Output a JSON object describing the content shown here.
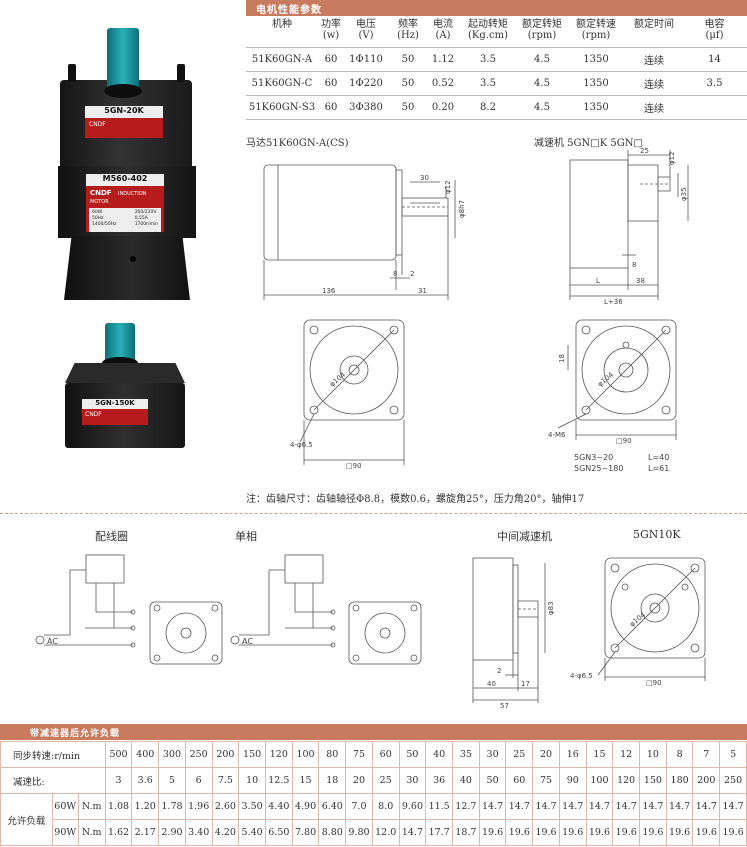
{
  "spec": {
    "title": "电机性能参数",
    "headers": [
      {
        "l1": "机种",
        "l2": ""
      },
      {
        "l1": "功率",
        "l2": "(w)"
      },
      {
        "l1": "电压",
        "l2": "(V)"
      },
      {
        "l1": "频率",
        "l2": "(Hz)"
      },
      {
        "l1": "电流",
        "l2": "(A)"
      },
      {
        "l1": "起动转矩",
        "l2": "(Kg.cm)"
      },
      {
        "l1": "额定转矩",
        "l2": "(rpm)"
      },
      {
        "l1": "额定转速",
        "l2": "(rpm)"
      },
      {
        "l1": "额定时间",
        "l2": ""
      },
      {
        "l1": "电容",
        "l2": "(μf)"
      }
    ],
    "rows": [
      [
        "51K60GN-A",
        "60",
        "1Φ110",
        "50",
        "1.12",
        "3.5",
        "4.5",
        "1350",
        "连续",
        "14"
      ],
      [
        "51K60GN-C",
        "60",
        "1Φ220",
        "50",
        "0.52",
        "3.5",
        "4.5",
        "1350",
        "连续",
        "3.5"
      ],
      [
        "51K60GN-S3",
        "60",
        "3Φ380",
        "50",
        "0.20",
        "8.2",
        "4.5",
        "1350",
        "连续",
        ""
      ]
    ]
  },
  "photos": {
    "gearhead_top": "5GN-20K",
    "motor_label": "M560-402",
    "brand": "CNDF",
    "motor_type": "INDUCTION MOTOR",
    "spec_left": "60W\n50Hz\n1400/50Hz",
    "spec_right": "200/220V\n0.55A\n1700r/min",
    "gearhead_small": "5GN-150K"
  },
  "drawings": {
    "motor_title": "马达51K60GN-A(CS)",
    "gear_title": "减速机 5GN□K 5GN□",
    "dims": {
      "d30": "30",
      "d12": "φ12",
      "d8h7": "φ8h7",
      "d8": "8",
      "d2": "2",
      "d136": "136",
      "d31": "31",
      "d104": "φ104",
      "d4_65": "4-φ6.5",
      "d90": "□90",
      "g25": "25",
      "g12": "φ12",
      "g35": "φ35",
      "g8": "8",
      "gL": "L",
      "g38": "38",
      "gL36": "L+36",
      "g18": "18",
      "gM6": "4-M6",
      "g90": "□90",
      "g104": "φ104"
    },
    "l_table": [
      {
        "range": "5GN3~20",
        "value": "L=40"
      },
      {
        "range": "5GN25~180",
        "value": "L=61"
      }
    ],
    "note": "注：齿轴尺寸：齿轴轴径Φ8.8，模数0.6，螺旋角25°，压力角20°，轴伸17"
  },
  "wiring": {
    "title1": "配线圈",
    "title2": "单相",
    "title3": "中间减速机",
    "title4": "5GN10K",
    "ac": "AC",
    "dims": {
      "m83": "φ83",
      "m2": "2",
      "m17": "17",
      "m40": "40",
      "m57": "57",
      "k104": "φ104",
      "k65": "4-φ6.5",
      "k90": "□90"
    }
  },
  "load": {
    "title": "带减速器后允许负载",
    "speed_label": "同步转速:r/min",
    "ratio_label": "减速比:",
    "load_label": "允许负载",
    "unit": "N.m",
    "speeds": [
      "500",
      "400",
      "300",
      "250",
      "200",
      "150",
      "120",
      "100",
      "80",
      "75",
      "60",
      "50",
      "40",
      "35",
      "30",
      "25",
      "20",
      "16",
      "15",
      "12",
      "10",
      "8",
      "7",
      "5"
    ],
    "ratios": [
      "3",
      "3.6",
      "5",
      "6",
      "7.5",
      "10",
      "12.5",
      "15",
      "18",
      "20",
      "25",
      "30",
      "36",
      "40",
      "50",
      "60",
      "75",
      "90",
      "100",
      "120",
      "150",
      "180",
      "200",
      "250"
    ],
    "rows": [
      {
        "power": "60W",
        "values": [
          "1.08",
          "1.20",
          "1.78",
          "1.96",
          "2.60",
          "3.50",
          "4.40",
          "4.90",
          "6.40",
          "7.0",
          "8.0",
          "9.60",
          "11.5",
          "12.7",
          "14.7",
          "14.7",
          "14.7",
          "14.7",
          "14.7",
          "14.7",
          "14.7",
          "14.7",
          "14.7",
          "14.7"
        ]
      },
      {
        "power": "90W",
        "values": [
          "1.62",
          "2.17",
          "2.90",
          "3.40",
          "4.20",
          "5.40",
          "6.50",
          "7.80",
          "8.80",
          "9.80",
          "12.0",
          "14.7",
          "17.7",
          "18.7",
          "19.6",
          "19.6",
          "19.6",
          "19.6",
          "19.6",
          "19.6",
          "19.6",
          "19.6",
          "19.6",
          "19.6"
        ]
      }
    ]
  }
}
